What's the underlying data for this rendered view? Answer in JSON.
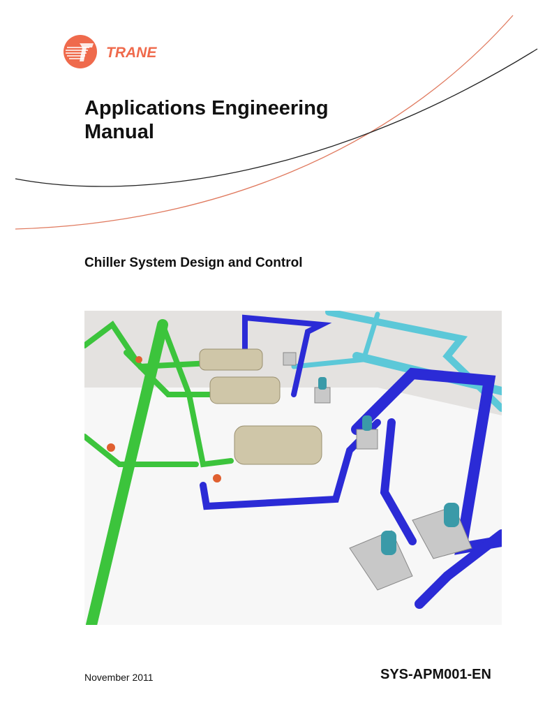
{
  "brand": {
    "name": "TRANE",
    "color": "#ef6a4c"
  },
  "cover": {
    "title_line1": "Applications Engineering",
    "title_line2": "Manual",
    "subtitle": "Chiller System Design and Control",
    "date": "November 2011",
    "document_number": "SYS-APM001-EN"
  },
  "colors": {
    "accent_curve": "#e07a5f",
    "dark_curve": "#222222",
    "green_pipe": "#3cc43c",
    "blue_pipe": "#2b2bd6",
    "cyan_pipe": "#5cc8d8"
  }
}
